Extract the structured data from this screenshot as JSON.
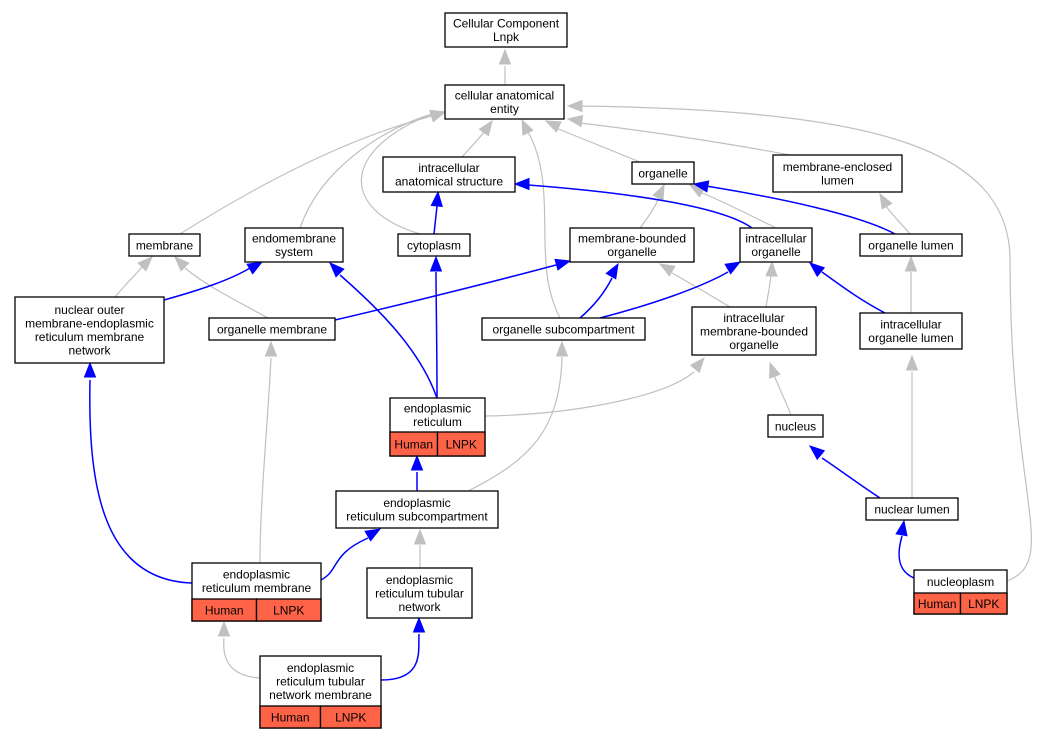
{
  "colors": {
    "is_a_edge": "#c0c0c0",
    "part_of_edge": "#0000ff",
    "annotation_fill": "#ff6347",
    "node_border": "#000000",
    "node_fill": "#ffffff"
  },
  "nodes": {
    "root": {
      "lines": [
        "Cellular Component",
        "Lnpk"
      ]
    },
    "cae": {
      "lines": [
        "cellular anatomical",
        "entity"
      ]
    },
    "ias": {
      "lines": [
        "intracellular",
        "anatomical structure"
      ]
    },
    "org": {
      "lines": [
        "organelle"
      ]
    },
    "mel": {
      "lines": [
        "membrane-enclosed",
        "lumen"
      ]
    },
    "mem": {
      "lines": [
        "membrane"
      ]
    },
    "ems": {
      "lines": [
        "endomembrane",
        "system"
      ]
    },
    "cyt": {
      "lines": [
        "cytoplasm"
      ]
    },
    "mbo": {
      "lines": [
        "membrane-bounded",
        "organelle"
      ]
    },
    "io": {
      "lines": [
        "intracellular",
        "organelle"
      ]
    },
    "ol": {
      "lines": [
        "organelle lumen"
      ]
    },
    "nom": {
      "lines": [
        "nuclear outer",
        "membrane-endoplasmic",
        "reticulum membrane",
        "network"
      ]
    },
    "om": {
      "lines": [
        "organelle membrane"
      ]
    },
    "osc": {
      "lines": [
        "organelle subcompartment"
      ]
    },
    "imbo": {
      "lines": [
        "intracellular",
        "membrane-bounded",
        "organelle"
      ]
    },
    "iol": {
      "lines": [
        "intracellular",
        "organelle lumen"
      ]
    },
    "er": {
      "lines": [
        "endoplasmic",
        "reticulum"
      ],
      "tags": [
        "Human",
        "LNPK"
      ]
    },
    "nuc": {
      "lines": [
        "nucleus"
      ]
    },
    "ersc": {
      "lines": [
        "endoplasmic",
        "reticulum subcompartment"
      ]
    },
    "nl": {
      "lines": [
        "nuclear lumen"
      ]
    },
    "erm": {
      "lines": [
        "endoplasmic",
        "reticulum membrane"
      ],
      "tags": [
        "Human",
        "LNPK"
      ]
    },
    "ertn": {
      "lines": [
        "endoplasmic",
        "reticulum tubular",
        "network"
      ]
    },
    "np": {
      "lines": [
        "nucleoplasm"
      ],
      "tags": [
        "Human",
        "LNPK"
      ]
    },
    "ertnm": {
      "lines": [
        "endoplasmic",
        "reticulum tubular",
        "network membrane"
      ],
      "tags": [
        "Human",
        "LNPK"
      ]
    }
  }
}
